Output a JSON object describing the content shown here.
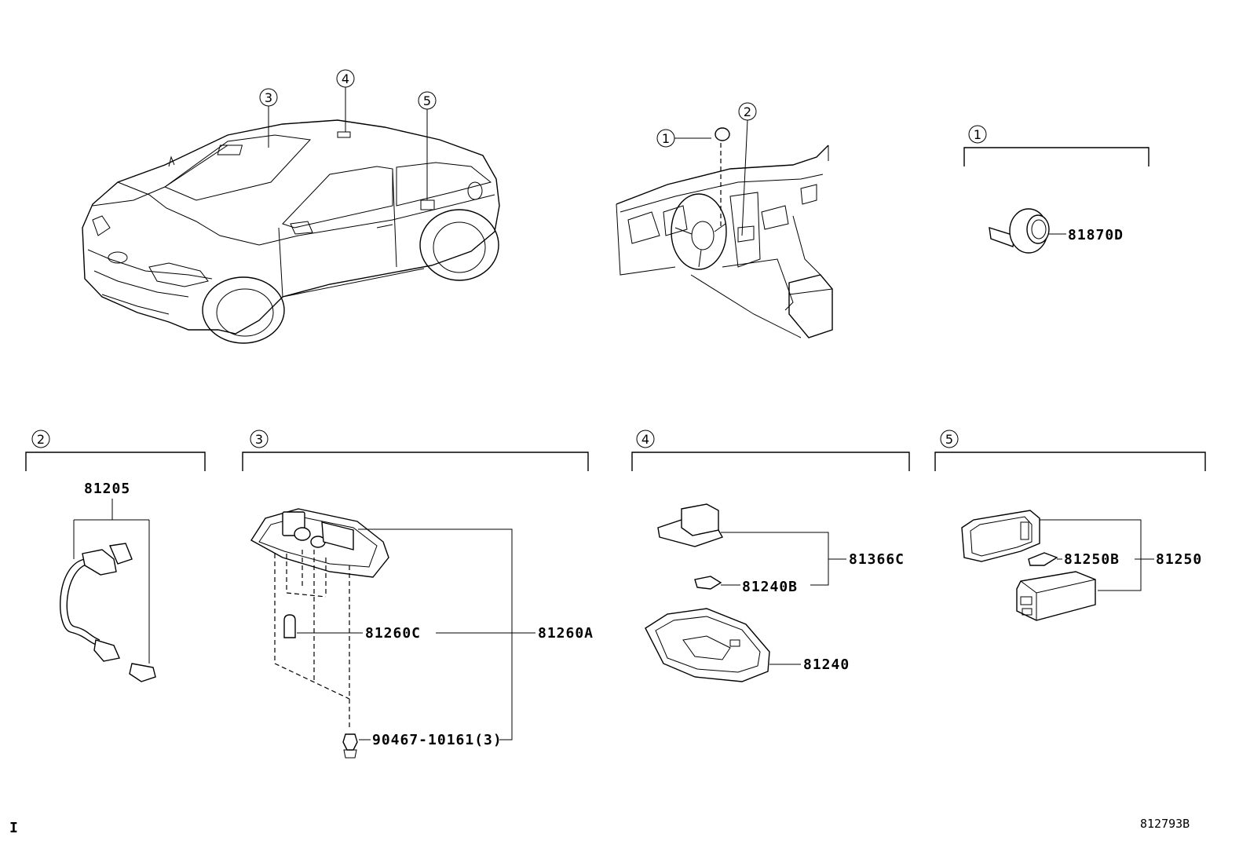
{
  "callouts": {
    "c1": "1",
    "c2": "2",
    "c3": "3",
    "c4": "4",
    "c5": "5"
  },
  "parts": {
    "p81870D": "81870D",
    "p81205": "81205",
    "p81260C": "81260C",
    "p81260A": "81260A",
    "p90467": "90467-10161(3)",
    "p81366C": "81366C",
    "p81240B": "81240B",
    "p81240": "81240",
    "p81250B": "81250B",
    "p81250": "81250"
  },
  "footer": {
    "corner_mark": "I",
    "diagram_code": "812793B"
  }
}
